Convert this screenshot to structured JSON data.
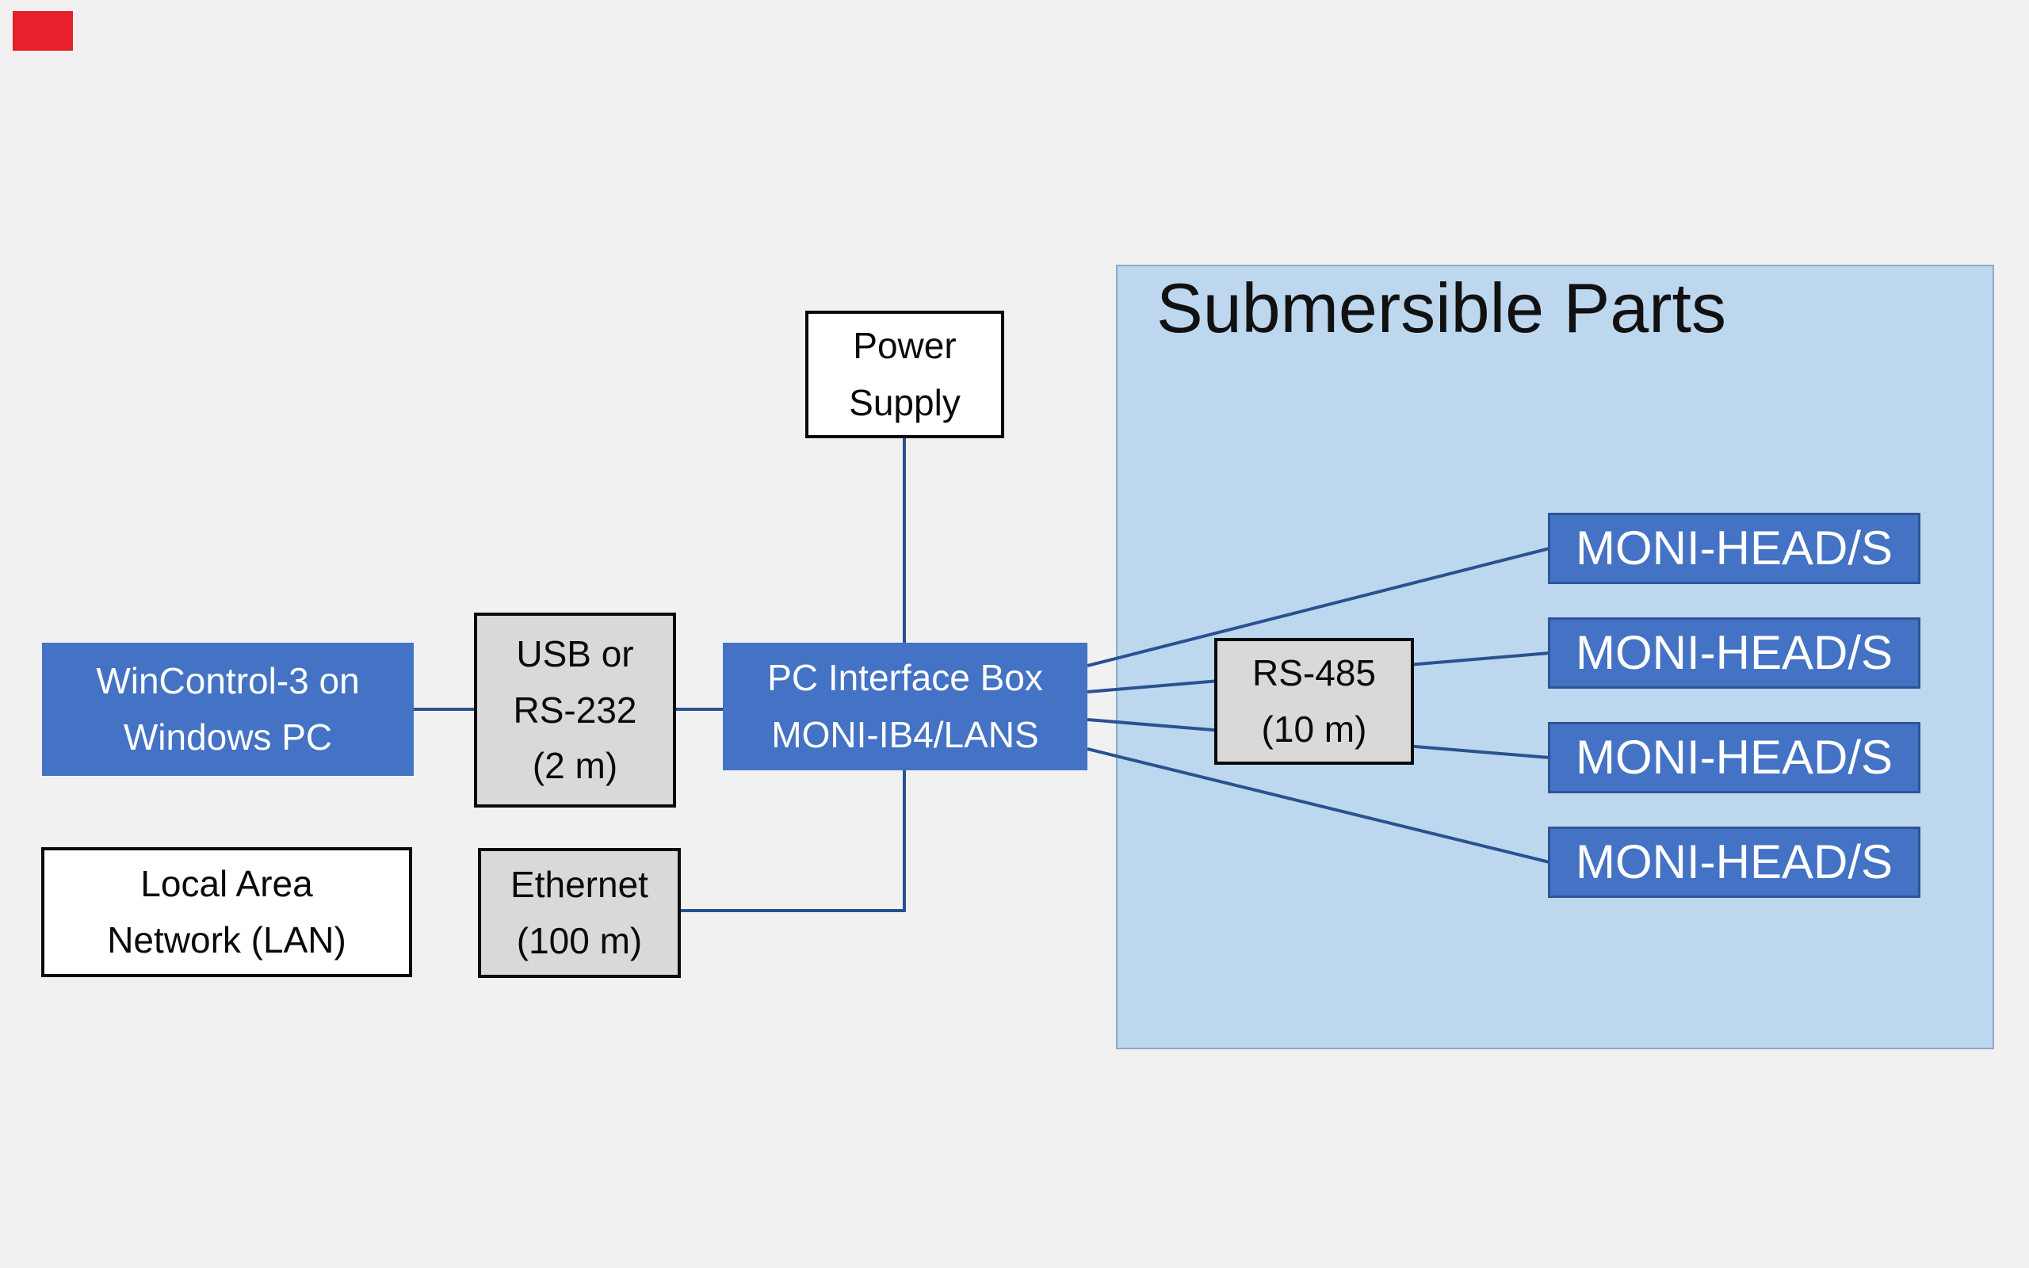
{
  "background_color": "#f1f1f2",
  "red_marker": {
    "color": "#e8202c"
  },
  "diagram": {
    "region": {
      "title": "Submersible Parts",
      "fill": "#bdd7ee",
      "border_color": "#8ea9c9"
    },
    "colors": {
      "accent_blue_fill": "#4472c4",
      "accent_blue_border": "#2f5496",
      "gray_fill": "#d9d9d9",
      "white_fill": "#ffffff",
      "outline_black": "#0a0a0a",
      "connector_blue": "#2a5191",
      "text_on_blue": "#ffffff",
      "text_on_light": "#0a0a0a"
    },
    "nodes": {
      "wincontrol": {
        "lines": [
          "WinControl-3 on",
          "Windows PC"
        ]
      },
      "usb": {
        "lines": [
          "USB or",
          "RS-232",
          "(2 m)"
        ]
      },
      "power": {
        "lines": [
          "Power",
          "Supply"
        ]
      },
      "pc_interface": {
        "lines": [
          "PC Interface Box",
          "MONI-IB4/LANS"
        ]
      },
      "rs485": {
        "lines": [
          "RS-485",
          "(10 m)"
        ]
      },
      "lan": {
        "lines": [
          "Local Area",
          "Network (LAN)"
        ]
      },
      "ethernet": {
        "lines": [
          "Ethernet",
          "(100 m)"
        ]
      },
      "moni_heads": [
        {
          "label": "MONI-HEAD/S"
        },
        {
          "label": "MONI-HEAD/S"
        },
        {
          "label": "MONI-HEAD/S"
        },
        {
          "label": "MONI-HEAD/S"
        }
      ]
    },
    "connections": [
      "WinControl-3 on Windows PC — USB or RS-232 (2 m)",
      "USB or RS-232 (2 m) — PC Interface Box MONI-IB4/LANS",
      "Power Supply — PC Interface Box MONI-IB4/LANS",
      "Local Area Network (LAN) — Ethernet (100 m)",
      "Ethernet (100 m) — PC Interface Box MONI-IB4/LANS",
      "PC Interface Box — RS-485 (10 m) — MONI-HEAD/S (x4)"
    ]
  }
}
